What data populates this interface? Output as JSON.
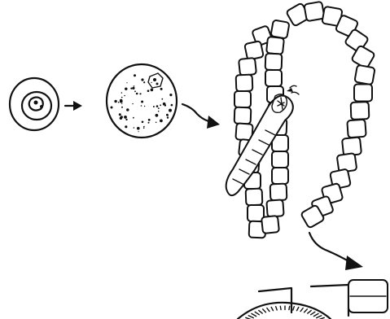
{
  "figure": {
    "kind": "biological life-cycle illustration",
    "stages": [
      {
        "id": "spore",
        "icon": "spore-cell-icon"
      },
      {
        "id": "swollen-spore",
        "icon": "swollen-spore-icon"
      },
      {
        "id": "germinating-filaments",
        "icon": "germinating-filament-icon"
      },
      {
        "id": "mature-mat",
        "icon": "mature-colony-icon"
      }
    ],
    "arrows": [
      {
        "from": "spore",
        "to": "swollen-spore",
        "icon": "arrow-right-icon"
      },
      {
        "from": "swollen-spore",
        "to": "germinating-filaments",
        "icon": "arrow-curved-down-icon"
      },
      {
        "from": "germinating-filaments",
        "to": "mature-mat",
        "icon": "arrow-curved-down-icon"
      }
    ],
    "colors": {
      "ink": "#111111",
      "paper": "#ffffff"
    }
  }
}
